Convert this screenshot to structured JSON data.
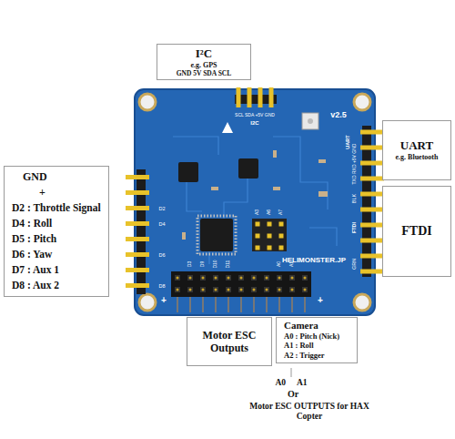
{
  "diagram": {
    "nodes": [
      {
        "text": [
          "I²C",
          "e.g. GPS",
          "GND 5V SDA SCL"
        ]
      },
      {
        "text": [
          "GND",
          "+",
          "D2 : Throttle Signal",
          "D4 : Roll",
          "D5 : Pitch",
          "D6 : Yaw",
          "D7 : Aux 1",
          "D8 : Aux 2"
        ]
      },
      {
        "text": [
          "UART",
          "e.g. Bluetooth"
        ]
      },
      {
        "text": [
          "FTDI"
        ]
      },
      {
        "text": [
          "Motor ESC Outputs"
        ]
      },
      {
        "text": [
          "Camera",
          "A0 : Pitch (Nick)",
          "A1 : Roll",
          "A2 : Trigger"
        ]
      }
    ],
    "labels": [
      "A0 A1",
      "Or",
      "Motor ESC OUTPUTS for HAX Copter",
      "I2C",
      "SCL SDA +5V GND",
      "v2.5",
      "UART",
      "TXD RXD +5V GND",
      "BLK",
      "FTDI",
      "GRN",
      "D2",
      "D4",
      "D6",
      "D8",
      "D3",
      "D9",
      "D10",
      "D11",
      "A0",
      "A1",
      "A3",
      "A6",
      "A7",
      "+",
      "+",
      "HELIMONSTER.JP"
    ]
  }
}
